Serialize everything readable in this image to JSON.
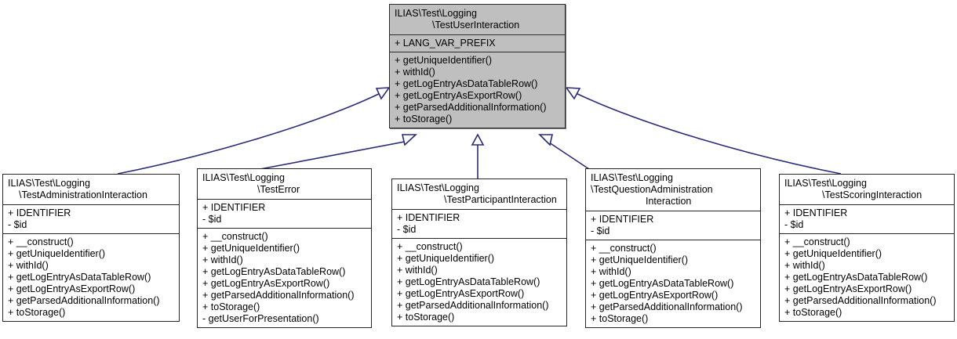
{
  "diagram": {
    "type": "uml-class-inheritance",
    "title": "ILIAS Test Logging interaction class hierarchy",
    "edge_color": "#2a2a7a",
    "base_fill": "#bfbfbf",
    "node_fill": "#ffffff",
    "border_color": "#252525",
    "relationship": "generalization"
  },
  "base_class": {
    "name": "ILIAS\\Test\\Logging\\TestUserInteraction",
    "title_lines": [
      "ILIAS\\Test\\Logging",
      "\\TestUserInteraction"
    ],
    "constants": [
      "+ LANG_VAR_PREFIX"
    ],
    "methods": [
      "+ getUniqueIdentifier()",
      "+ withId()",
      "+ getLogEntryAsDataTableRow()",
      "+ getLogEntryAsExportRow()",
      "+ getParsedAdditionalInformation()",
      "+ toStorage()"
    ]
  },
  "subclasses": [
    {
      "name": "ILIAS\\Test\\Logging\\TestAdministrationInteraction",
      "title_lines": [
        "ILIAS\\Test\\Logging",
        "\\TestAdministrationInteraction"
      ],
      "attributes": [
        "+ IDENTIFIER",
        "- $id"
      ],
      "methods": [
        "+ __construct()",
        "+ getUniqueIdentifier()",
        "+ withId()",
        "+ getLogEntryAsDataTableRow()",
        "+ getLogEntryAsExportRow()",
        "+ getParsedAdditionalInformation()",
        "+ toStorage()"
      ]
    },
    {
      "name": "ILIAS\\Test\\Logging\\TestError",
      "title_lines": [
        "ILIAS\\Test\\Logging",
        "\\TestError"
      ],
      "attributes": [
        "+ IDENTIFIER",
        "- $id"
      ],
      "methods": [
        "+ __construct()",
        "+ getUniqueIdentifier()",
        "+ withId()",
        "+ getLogEntryAsDataTableRow()",
        "+ getLogEntryAsExportRow()",
        "+ getParsedAdditionalInformation()",
        "+ toStorage()",
        "- getUserForPresentation()"
      ]
    },
    {
      "name": "ILIAS\\Test\\Logging\\TestParticipantInteraction",
      "title_lines": [
        "ILIAS\\Test\\Logging",
        "\\TestParticipantInteraction"
      ],
      "attributes": [
        "+ IDENTIFIER",
        "- $id"
      ],
      "methods": [
        "+ __construct()",
        "+ getUniqueIdentifier()",
        "+ withId()",
        "+ getLogEntryAsDataTableRow()",
        "+ getLogEntryAsExportRow()",
        "+ getParsedAdditionalInformation()",
        "+ toStorage()"
      ]
    },
    {
      "name": "ILIAS\\Test\\Logging\\TestQuestionAdministrationInteraction",
      "title_lines": [
        "ILIAS\\Test\\Logging",
        "\\TestQuestionAdministration",
        "Interaction"
      ],
      "attributes": [
        "+ IDENTIFIER",
        "- $id"
      ],
      "methods": [
        "+ __construct()",
        "+ getUniqueIdentifier()",
        "+ withId()",
        "+ getLogEntryAsDataTableRow()",
        "+ getLogEntryAsExportRow()",
        "+ getParsedAdditionalInformation()",
        "+ toStorage()"
      ]
    },
    {
      "name": "ILIAS\\Test\\Logging\\TestScoringInteraction",
      "title_lines": [
        "ILIAS\\Test\\Logging",
        "\\TestScoringInteraction"
      ],
      "attributes": [
        "+ IDENTIFIER",
        "- $id"
      ],
      "methods": [
        "+ __construct()",
        "+ getUniqueIdentifier()",
        "+ withId()",
        "+ getLogEntryAsDataTableRow()",
        "+ getLogEntryAsExportRow()",
        "+ getParsedAdditionalInformation()",
        "+ toStorage()"
      ]
    }
  ]
}
